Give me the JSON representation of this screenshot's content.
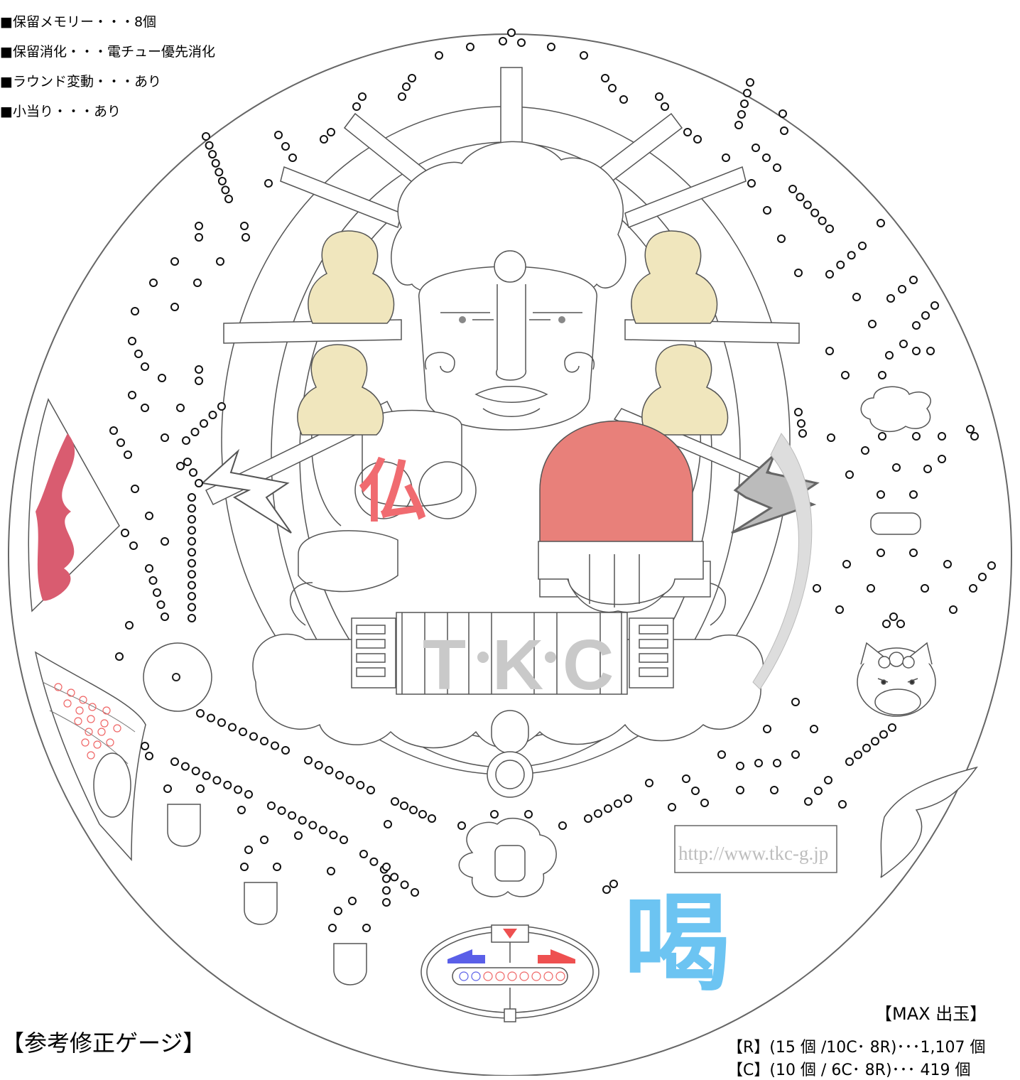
{
  "specs": [
    "■保留メモリー・・・8個",
    "■保留消化・・・電チュー優先消化",
    "■ラウンド変動・・・あり",
    "■小当り・・・あり"
  ],
  "board": {
    "tkc_letters": [
      "T",
      "K",
      "C"
    ],
    "left_kanji": "仏",
    "right_kanji": "喝",
    "url": "http://www.tkc-g.jp"
  },
  "gauge_title": "【参考修正ゲージ】",
  "max_payout": {
    "title": "【MAX 出玉】",
    "lines": [
      "【R】(15 個 /10C･ 8R)･･･1,107 個",
      "【C】(10 個 / 6C･ 8R)･･･ 419 個"
    ]
  },
  "colors": {
    "outline": "#555555",
    "gourd": "#f0e6bd",
    "red_dome": "#e8807a",
    "flame": "#d95c70",
    "kanji_left": "#f06b70",
    "kanji_right": "#6cc4f2",
    "lightning_gray": "#bbbbbb",
    "rail_gray": "#dddddd"
  }
}
